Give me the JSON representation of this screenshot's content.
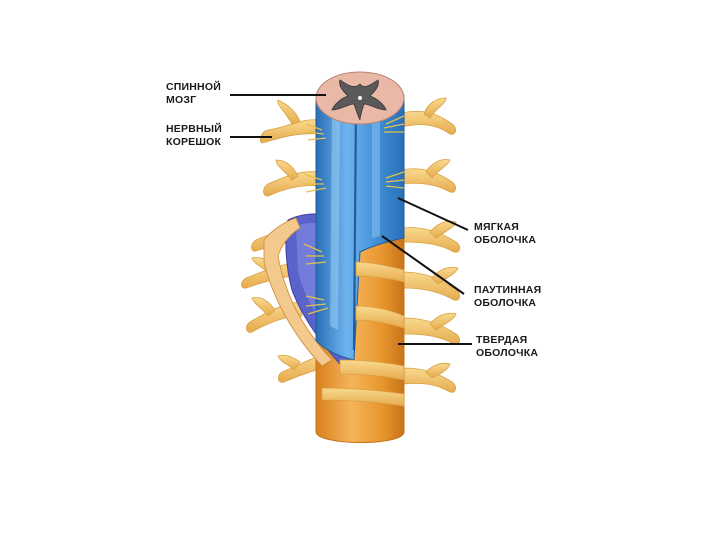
{
  "labels": {
    "spinal_cord": {
      "line1": "СПИННОЙ",
      "line2": "МОЗГ"
    },
    "nerve_root": {
      "line1": "НЕРВНЫЙ",
      "line2": "КОРЕШОК"
    },
    "pia_mater": {
      "line1": "МЯГКАЯ",
      "line2": "ОБОЛОЧКА"
    },
    "arachnoid_mater": {
      "line1": "ПАУТИННАЯ",
      "line2": "ОБОЛОЧКА"
    },
    "dura_mater": {
      "line1": "ТВЕРДАЯ",
      "line2": "ОБОЛОЧКА"
    }
  },
  "colors": {
    "cord_blue": "#3f8fd6",
    "cord_blue_light": "#6fb4ee",
    "cord_blue_dark": "#2a6fb8",
    "arachnoid_purple": "#5a63c9",
    "dura_orange": "#e8962e",
    "dura_light": "#f5b45a",
    "nerve_yellow": "#f2c46a",
    "nerve_edge": "#d9a042",
    "grey_matter": "#5a5a5a",
    "white_matter": "#e9b8a6",
    "leader_line": "#111111"
  }
}
